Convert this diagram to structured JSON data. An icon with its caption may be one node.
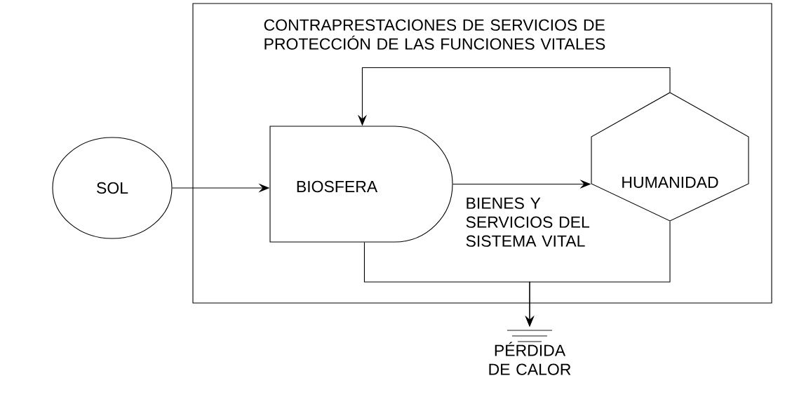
{
  "diagram": {
    "nodes": [
      {
        "text": [
          "SOL"
        ]
      },
      {
        "text": [
          "CONTRAPRESTACIONES DE SERVICIOS DE PROTECCIÓN DE LAS FUNCIONES VITALES"
        ]
      },
      {
        "text": [
          "BIOSFERA"
        ],
        "in": 1
      },
      {
        "text": [
          "HUMANIDAD"
        ],
        "in": 1
      },
      {
        "text": [
          "PÉRDIDA DE CALOR"
        ]
      }
    ],
    "edges": [
      {
        "from": 0,
        "to": 2,
        "arrow": "to"
      },
      {
        "from": 2,
        "to": 3,
        "arrow": "to",
        "label": "BIENES Y SERVICIOS DEL SISTEMA VITAL"
      },
      {
        "from": 3,
        "to": 2,
        "arrow": "to"
      },
      {
        "from": 2,
        "to": 4,
        "arrow": "to"
      },
      {
        "from": 3,
        "to": 4,
        "arrow": "to"
      }
    ]
  }
}
